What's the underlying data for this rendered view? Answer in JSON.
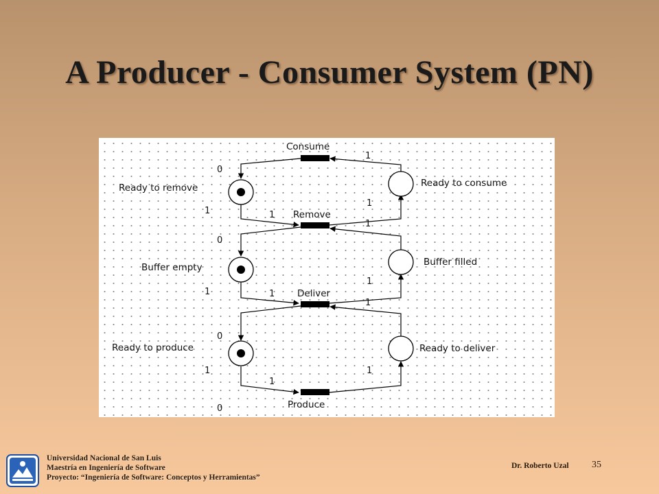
{
  "slide": {
    "title": "A Producer - Consumer System (PN)",
    "page_number": "35",
    "author": "Dr. Roberto Uzal"
  },
  "footer": {
    "line1": "Universidad Nacional de San Luis",
    "line2": "Maestría en Ingeniería de Software",
    "line3": "Proyecto: “Ingeniería de Software: Conceptos y Herramientas”"
  },
  "petri_net": {
    "places": {
      "ready_to_remove": "Ready to remove",
      "ready_to_consume": "Ready to consume",
      "buffer_empty": "Buffer empty",
      "buffer_filled": "Buffer filled",
      "ready_to_produce": "Ready to produce",
      "ready_to_deliver": "Ready to deliver"
    },
    "transitions": {
      "consume": "Consume",
      "remove": "Remove",
      "deliver": "Deliver",
      "produce": "Produce"
    },
    "weights": {
      "w0a": "0",
      "w1a": "1",
      "w1b": "1",
      "w1c": "1",
      "w1d": "1",
      "w0b": "0",
      "w1e": "1",
      "w1f": "1",
      "w1g": "1",
      "w1h": "1",
      "w0c": "0",
      "w1i": "1",
      "w1j": "1",
      "w1k": "1",
      "w0d": "0",
      "w1l": "1"
    }
  }
}
